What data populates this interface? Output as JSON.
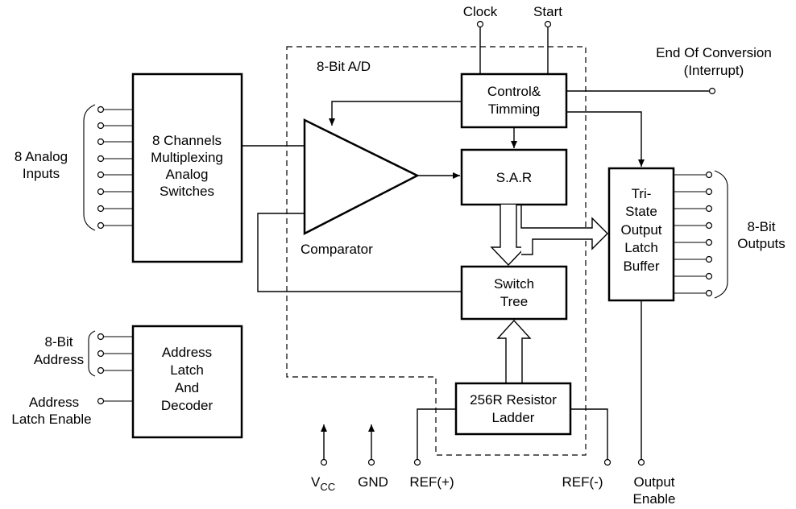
{
  "blocks": {
    "mux": [
      "8 Channels",
      "Multiplexing",
      "Analog",
      "Switches"
    ],
    "control": [
      "Control&",
      "Timming"
    ],
    "sar": [
      "S.A.R"
    ],
    "switch_tree": [
      "Switch",
      "Tree"
    ],
    "resistor_ladder": [
      "256R Resistor",
      "Ladder"
    ],
    "output_latch": [
      "Tri-",
      "State",
      "Output",
      "Latch",
      "Buffer"
    ],
    "address_latch": [
      "Address",
      "Latch",
      "And",
      "Decoder"
    ]
  },
  "labels": {
    "adc_region": "8-Bit A/D",
    "comparator": "Comparator",
    "clock": "Clock",
    "start": "Start",
    "eoc": [
      "End Of Conversion",
      "(Interrupt)"
    ],
    "analog_inputs": [
      "8 Analog",
      "Inputs"
    ],
    "bit_outputs": [
      "8-Bit",
      "Outputs"
    ],
    "bit_address": [
      "8-Bit",
      "Address"
    ],
    "address_latch_enable": [
      "Address",
      "Latch Enable"
    ],
    "vcc_main": "V",
    "vcc_sub": "CC",
    "gnd": "GND",
    "ref_plus": "REF(+)",
    "ref_minus": "REF(-)",
    "output_enable": [
      "Output",
      "Enable"
    ]
  }
}
